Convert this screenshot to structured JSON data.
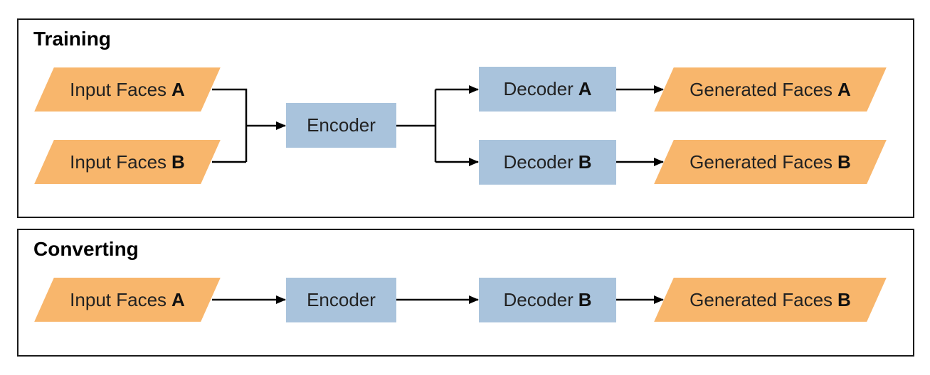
{
  "training": {
    "title": "Training",
    "input_a": {
      "text": "Input Faces",
      "letter": "A"
    },
    "input_b": {
      "text": "Input Faces",
      "letter": "B"
    },
    "encoder": {
      "text": "Encoder"
    },
    "decoder_a": {
      "text": "Decoder",
      "letter": "A"
    },
    "decoder_b": {
      "text": "Decoder",
      "letter": "B"
    },
    "generated_a": {
      "text": "Generated Faces",
      "letter": "A"
    },
    "generated_b": {
      "text": "Generated Faces",
      "letter": "B"
    }
  },
  "converting": {
    "title": "Converting",
    "input_a": {
      "text": "Input Faces",
      "letter": "A"
    },
    "encoder": {
      "text": "Encoder"
    },
    "decoder_b": {
      "text": "Decoder",
      "letter": "B"
    },
    "generated_b": {
      "text": "Generated Faces",
      "letter": "B"
    }
  },
  "colors": {
    "data_node": "#f8b66c",
    "process_node": "#a9c3dc",
    "border": "#1a1a1a",
    "arrow": "#000000"
  }
}
